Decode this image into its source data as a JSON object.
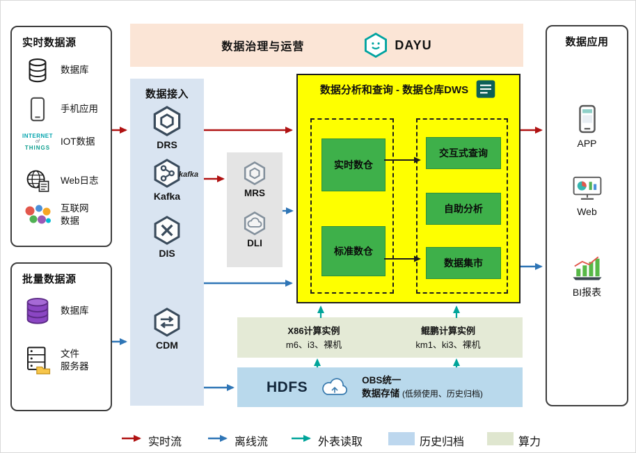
{
  "colors": {
    "realtime_flow": "#b01212",
    "offline_flow": "#2e75b6",
    "external_read": "#00a49a",
    "archive_fill": "#bdd7ee",
    "compute_fill": "#dfe6cf",
    "dws_fill": "#feff00",
    "green_module": "#3eb04a",
    "ingestion_fill": "#d9e4f1",
    "banner_fill": "#fbe5d6",
    "storage_fill": "#b9d9ec",
    "instances_fill": "#e4ead6"
  },
  "banner": {
    "title": "数据治理与运营",
    "logo_text": "DAYU"
  },
  "realtime_sources": {
    "title": "实时数据源",
    "items": [
      {
        "label": "数据库",
        "icon": "database-icon"
      },
      {
        "label": "手机应用",
        "icon": "phone-icon"
      },
      {
        "label": "IOT数据",
        "icon": "iot-icon",
        "icon_line1": "INTERNET",
        "icon_line2": "of",
        "icon_line3": "THINGS"
      },
      {
        "label": "Web日志",
        "icon": "web-log-icon"
      },
      {
        "label_line1": "互联网",
        "label_line2": "数据",
        "icon": "internet-data-icon"
      }
    ]
  },
  "batch_sources": {
    "title": "批量数据源",
    "items": [
      {
        "label": "数据库",
        "icon": "database-purple-icon"
      },
      {
        "label_line1": "文件",
        "label_line2": "服务器",
        "icon": "file-server-icon"
      }
    ]
  },
  "ingestion": {
    "title": "数据接入",
    "items": [
      {
        "label": "DRS",
        "icon": "drs-icon"
      },
      {
        "label": "Kafka",
        "icon": "kafka-icon",
        "wordmark": "kafka"
      },
      {
        "label": "DIS",
        "icon": "dis-icon"
      },
      {
        "label": "CDM",
        "icon": "cdm-icon"
      }
    ]
  },
  "compute_services": {
    "items": [
      {
        "label": "MRS",
        "icon": "mrs-icon"
      },
      {
        "label": "DLI",
        "icon": "dli-icon"
      }
    ]
  },
  "dws": {
    "title": "数据分析和查询 - 数据仓库DWS",
    "warehouses": [
      {
        "label": "实时数仓"
      },
      {
        "label": "标准数仓"
      }
    ],
    "services": [
      {
        "label": "交互式查询"
      },
      {
        "label": "自助分析"
      },
      {
        "label": "数据集市"
      }
    ]
  },
  "compute_instances": {
    "x86": {
      "title": "X86计算实例",
      "models": "m6、i3、裸机"
    },
    "kunpeng": {
      "title": "鲲鹏计算实例",
      "models": "km1、ki3、裸机"
    }
  },
  "storage": {
    "hdfs_label": "HDFS",
    "obs_line1": "OBS统一",
    "obs_line2": "数据存储",
    "obs_note": "(低频使用、历史归档)"
  },
  "applications": {
    "title": "数据应用",
    "items": [
      {
        "label": "APP",
        "icon": "phone-icon"
      },
      {
        "label": "Web",
        "icon": "web-app-icon"
      },
      {
        "label": "BI报表",
        "icon": "bi-report-icon"
      }
    ]
  },
  "legend": {
    "realtime": {
      "label": "实时流",
      "color": "#b01212"
    },
    "offline": {
      "label": "离线流",
      "color": "#2e75b6"
    },
    "external": {
      "label": "外表读取",
      "color": "#00a49a"
    },
    "archive": {
      "label": "历史归档",
      "color": "#bdd7ee"
    },
    "compute": {
      "label": "算力",
      "color": "#dfe6cf"
    }
  }
}
